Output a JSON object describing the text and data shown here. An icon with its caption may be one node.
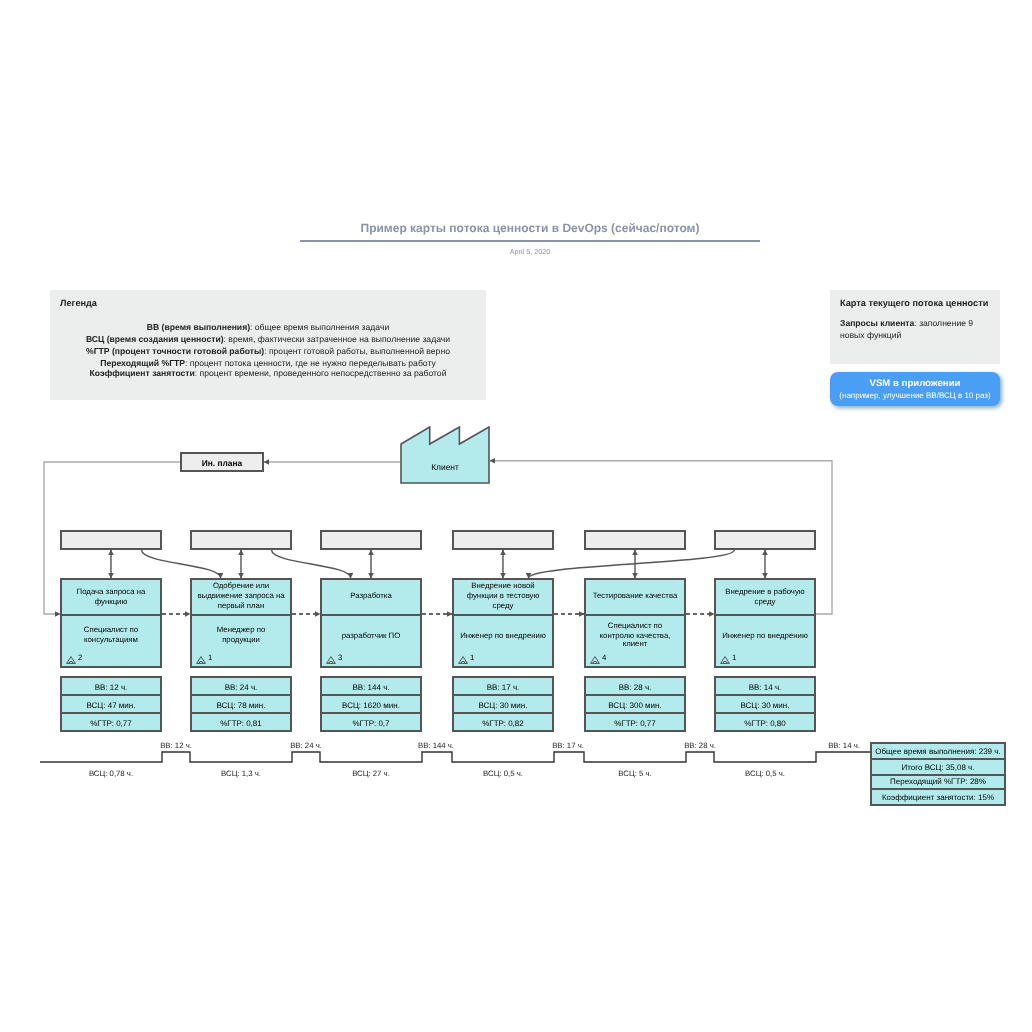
{
  "diagram": {
    "title": "Пример карты потока ценности в DevOps (сейчас/потом)",
    "nodes": [
      {
        "text": [
          "Легенда",
          "**ВВ (время выполнения)**: общее время выполнения задачи",
          "**ВСЦ (время создания ценности)**: время, фактически затраченное на выполнение задачи",
          "**%ГТР (процент точности готовой работы)**: процент готовой работы, выполненной верно",
          "**Переходящий %ГТР**: процент потока ценности, где не нужно переделывать работу",
          "**Коэффициент занятости**: процент времени, проведенного непосредственно за работой"
        ]
      },
      {
        "text": [
          "Карта текущего потока ценности",
          "**Запросы клиента**: заполнение 9 новых функций"
        ]
      },
      {
        "text": [
          "VSM в приложении",
          "(например, улучшение ВВ/ВСЦ в 10 раз)"
        ]
      },
      {
        "text": [
          "Ин. плана"
        ]
      },
      {
        "text": [
          "Клиент"
        ]
      },
      {
        "text": [],
        "shape": "box"
      },
      {
        "text": [],
        "shape": "box"
      },
      {
        "text": [],
        "shape": "box"
      },
      {
        "text": [],
        "shape": "box"
      },
      {
        "text": [],
        "shape": "box"
      },
      {
        "text": [],
        "shape": "box"
      },
      {
        "text": [
          "Подача запроса на функцию",
          "Специалист по консультациям",
          "2"
        ]
      },
      {
        "text": [
          "Одобрение или выдвижение запроса на первый план",
          "Менеджер по продукции",
          "1"
        ]
      },
      {
        "text": [
          "Разработка",
          "разработчик ПО",
          "3"
        ]
      },
      {
        "text": [
          "Внедрение новой функции в тестовую среду",
          "Инженер по внедрению",
          "1"
        ]
      },
      {
        "text": [
          "Тестирование качества",
          "Специалист по контролю качества, клиент",
          "4"
        ]
      },
      {
        "text": [
          "Внедрение в рабочую среду",
          "Инженер по внедрению",
          "1"
        ]
      },
      {
        "text": [
          "ВВ: 12 ч.",
          "ВСЦ: 47 мин.",
          "%ГТР: 0,77"
        ]
      },
      {
        "text": [
          "ВВ: 24 ч.",
          "ВСЦ: 78 мин.",
          "%ГТР: 0,81"
        ]
      },
      {
        "text": [
          "ВВ: 144 ч.",
          "ВСЦ: 1620 мин.",
          "%ГТР: 0,7"
        ]
      },
      {
        "text": [
          "ВВ: 17 ч.",
          "ВСЦ: 30 мин.",
          "%ГТР: 0,82"
        ]
      },
      {
        "text": [
          "ВВ: 28 ч.",
          "ВСЦ: 300 мин.",
          "%ГТР: 0,77"
        ]
      },
      {
        "text": [
          "ВВ: 14 ч.",
          "ВСЦ: 30 мин.",
          "%ГТР: 0,80"
        ]
      },
      {
        "text": [
          "Общее время выполнения: 239 ч.",
          "Итого ВСЦ: 35,08 ч.",
          "Переходящий %ГТР: 28%",
          "Коэффициент занятости: 15%"
        ]
      }
    ],
    "edges": [
      {
        "from": 4,
        "to": 3,
        "arrow": "to"
      },
      {
        "from": 3,
        "to": 11,
        "arrow": "to"
      },
      {
        "from": 16,
        "to": 4,
        "arrow": "to"
      },
      {
        "from": 5,
        "to": 11,
        "arrow": "both"
      },
      {
        "from": 6,
        "to": 12,
        "arrow": "both"
      },
      {
        "from": 7,
        "to": 13,
        "arrow": "both"
      },
      {
        "from": 8,
        "to": 14,
        "arrow": "both"
      },
      {
        "from": 9,
        "to": 15,
        "arrow": "both"
      },
      {
        "from": 10,
        "to": 16,
        "arrow": "both"
      },
      {
        "from": 5,
        "to": 12,
        "arrow": "to"
      },
      {
        "from": 6,
        "to": 13,
        "arrow": "to"
      },
      {
        "from": 10,
        "to": 14,
        "arrow": "to"
      },
      {
        "from": 11,
        "to": 12,
        "arrow": "to",
        "style": "dashed"
      },
      {
        "from": 12,
        "to": 13,
        "arrow": "to",
        "style": "dashed"
      },
      {
        "from": 13,
        "to": 14,
        "arrow": "to",
        "style": "dashed"
      },
      {
        "from": 14,
        "to": 15,
        "arrow": "to",
        "style": "dashed"
      },
      {
        "from": 15,
        "to": 16,
        "arrow": "to",
        "style": "dashed"
      }
    ],
    "labels": [
      "April 5, 2020",
      "ВВ: 12 ч.",
      "ВВ: 24 ч.",
      "ВВ: 144 ч.",
      "ВВ: 17 ч.",
      "ВВ: 28 ч.",
      "ВВ: 14 ч.",
      "ВСЦ: 0,78 ч.",
      "ВСЦ: 1,3 ч.",
      "ВСЦ: 27 ч.",
      "ВСЦ: 0,5 ч.",
      "ВСЦ: 5 ч.",
      "ВСЦ: 0,5 ч."
    ]
  }
}
